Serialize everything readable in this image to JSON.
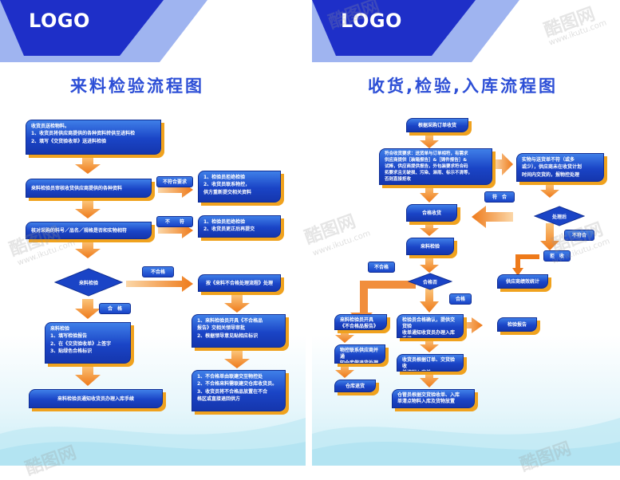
{
  "left": {
    "logo": "LOGO",
    "title": "来料检验流程图",
    "boxes": {
      "b1": "收货员送检物料。\n1、收货员将供应商提供的各种资料转供至进料检\n2、填写《交货验收单》送进料检验",
      "b2": "来料检验员审核收货供应商提供的各种资料",
      "b3": "1、检验员拒绝检验\n2、收货员联系物控，\n   供方重新提交相关资料",
      "b4": "核对采购的料号／品名／规格是否和实物相符",
      "b5": "1、检验员拒绝检验\n2、收货员更正后再提交",
      "b6": "按《来料不合格处理流程》处理",
      "b7": "来料检验\n1、填写检验报告\n2、在《交货验收单》上签字\n3、贴绿色合格标识",
      "b8": "1、来料检验员开具《不合格品\n   报告》交相关领导审批\n2、根据领导意见贴相应标识",
      "b9": "1、不合格单由联建交至物控处\n2、不合格来料需联建交仓库收货员。\n3、收货员将不合格品放置在不合\n   格区或直接退回供方",
      "b10": "来料检验员通知收货员办理入库手续"
    },
    "diamond": "来料检验",
    "tags": {
      "t1": "不符合要求",
      "t2": "不　　符",
      "t3": "不合格",
      "t4": "合　格"
    }
  },
  "right": {
    "logo": "LOGO",
    "title": "收货,检验,入库流程图",
    "boxes": {
      "r1": "根据采购订单收货",
      "r2": "符合收货要求：送货单与订单相符，有需求\n供应商提供［装箱报告］&［铸件报告］&\n试棒，供应商提供报告，外包装要求符合码\n拓要求且无破损、污染、淋雨、标示不清等，\n否则直接拒收",
      "r3": "实物与送货单不符（或多\n或少），供应商未在收货计划\n时间内交货的，报物控处理",
      "r4": "合格收货",
      "r5": "来料检验",
      "r6": "供应商绩效统计",
      "r7": "来料检验员开具\n《不合格品报告》",
      "r8": "检验员合格确认，提供交货验\n收单通知收货员办理入库手续",
      "r9": "检验报告",
      "r10": "物控联系供应商并通\n知仓库做退货处理",
      "r11": "收货员根据订单、交货验收\n单填写入库单",
      "r12": "仓库退货",
      "r13": "仓管员根据交货验收单、入库\n单清点物料入库及货物放置"
    },
    "diamonds": {
      "d1": "处理后",
      "d2": "合格否"
    },
    "tags": {
      "t1": "符　合",
      "t2": "不符合",
      "t3": "拒　收",
      "t4": "不合格",
      "t5": "合格"
    }
  },
  "colors": {
    "title": "#2d4fd6",
    "box": "#1a44c6",
    "shadow": "#f0a21e",
    "arrow": "#f0801e"
  }
}
